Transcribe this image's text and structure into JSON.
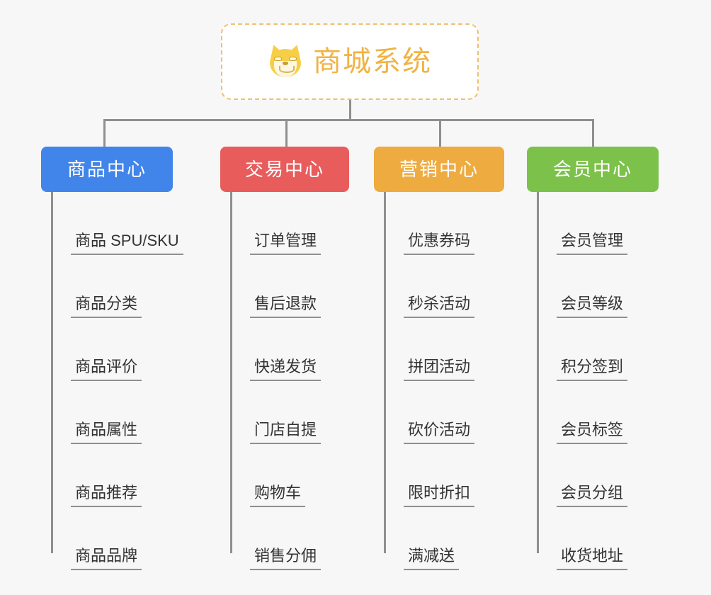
{
  "root": {
    "title": "商城系统",
    "icon": "shiba-dog-emoji",
    "text_color": "#f0b343",
    "border_color": "#f0c070",
    "background": "#ffffff"
  },
  "canvas": {
    "background": "#f7f7f7",
    "connector_color": "#8f8f8f"
  },
  "categories": [
    {
      "label": "商品中心",
      "color": "#4285ea",
      "items": [
        "商品 SPU/SKU",
        "商品分类",
        "商品评价",
        "商品属性",
        "商品推荐",
        "商品品牌"
      ]
    },
    {
      "label": "交易中心",
      "color": "#e85c5c",
      "items": [
        "订单管理",
        "售后退款",
        "快递发货",
        "门店自提",
        "购物车",
        "销售分佣"
      ]
    },
    {
      "label": "营销中心",
      "color": "#eeab40",
      "items": [
        "优惠券码",
        "秒杀活动",
        "拼团活动",
        "砍价活动",
        "限时折扣",
        "满减送"
      ]
    },
    {
      "label": "会员中心",
      "color": "#7cc14a",
      "items": [
        "会员管理",
        "会员等级",
        "积分签到",
        "会员标签",
        "会员分组",
        "收货地址"
      ]
    }
  ]
}
